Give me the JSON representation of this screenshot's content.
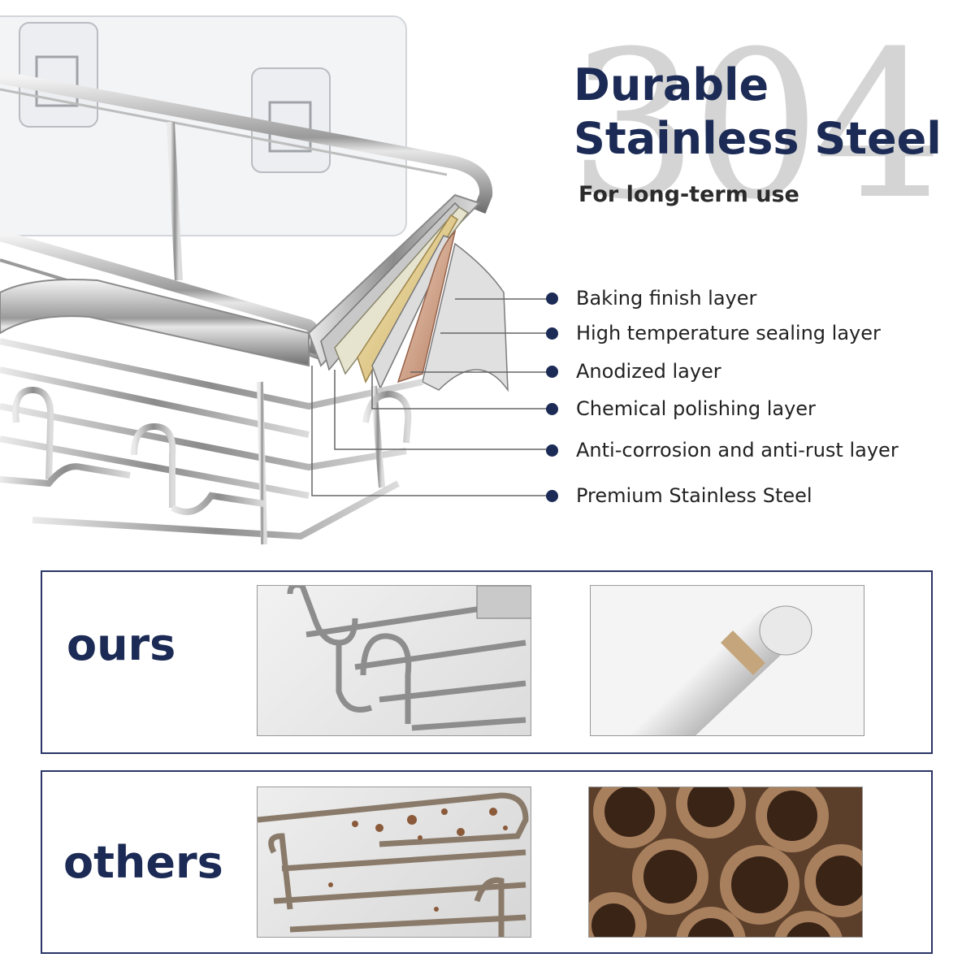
{
  "hero": {
    "big_number": "304",
    "title_line1": "Durable",
    "title_line2": "Stainless Steel",
    "subtitle": "For long-term use"
  },
  "layers": [
    {
      "label": "Baking finish layer"
    },
    {
      "label": "High temperature sealing layer"
    },
    {
      "label": "Anodized layer"
    },
    {
      "label": "Chemical polishing layer"
    },
    {
      "label": "Anti-corrosion and anti-rust layer"
    },
    {
      "label": "Premium Stainless Steel"
    }
  ],
  "comparison": {
    "ours": {
      "label": "ours"
    },
    "others": {
      "label": "others"
    }
  },
  "colors": {
    "navy": "#1c2b55",
    "big_number_gray": "#d4d4d4",
    "rust": "#8a5a3a"
  }
}
